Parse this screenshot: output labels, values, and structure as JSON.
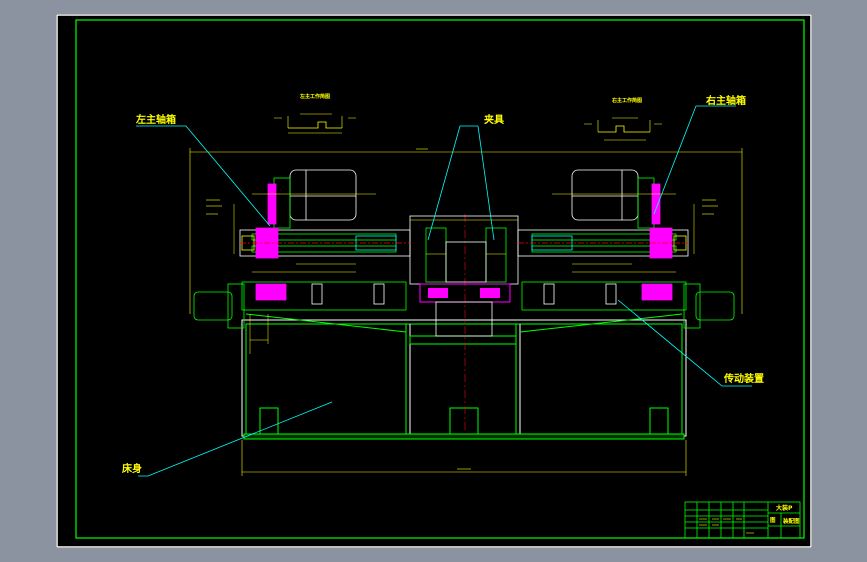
{
  "drawing": {
    "labels": {
      "left_spindle_box": "左主轴箱",
      "fixture": "夹具",
      "right_spindle_box": "右主轴箱",
      "transmission": "传动装置",
      "bed": "床身"
    },
    "top_detail_left_title": "左主工作简图",
    "top_detail_right_title": "右主工作简图",
    "title_block": {
      "drawing_name": "大装P",
      "sheet": "装配图",
      "scale_mark": "图"
    }
  },
  "colors": {
    "background": "#000000",
    "frame": "#ffffff",
    "border": "#00ff00",
    "dimension": "#ffff00",
    "leader": "#00ffff",
    "part_magenta": "#ff00ff",
    "centerline": "#ff0000",
    "label": "#ffff00"
  }
}
